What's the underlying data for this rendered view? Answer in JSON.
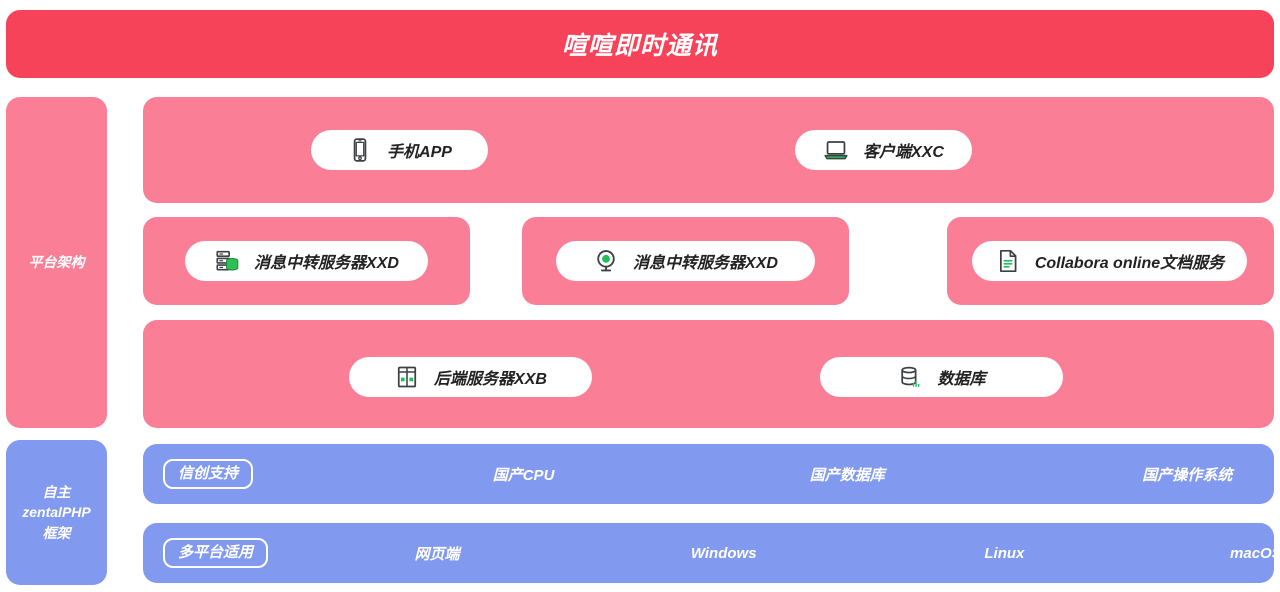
{
  "header": {
    "title": "喧喧即时通讯",
    "bg_color": "#F7435A"
  },
  "colors": {
    "header_red": "#F7435A",
    "panel_pink": "#FA7F96",
    "row_blue": "#8199EE",
    "chip_white": "#FFFFFF",
    "icon_dark": "#3C4043",
    "icon_green": "#21BF5B"
  },
  "rail": {
    "platform_label": "平台架构",
    "framework_label": "自主\nzentalPHP\n框架"
  },
  "layers": {
    "clients": {
      "chips": [
        {
          "label": "手机APP",
          "icon": "mobile-phone-icon"
        },
        {
          "label": "客户端XXC",
          "icon": "laptop-icon"
        }
      ]
    },
    "services": {
      "chips": [
        {
          "label": "消息中转服务器XXD",
          "icon": "server-database-icon"
        },
        {
          "label": "消息中转服务器XXD",
          "icon": "webcam-icon"
        },
        {
          "label": "Collabora online文档服务",
          "icon": "document-icon"
        }
      ]
    },
    "backend": {
      "chips": [
        {
          "label": "后端服务器XXB",
          "icon": "server-rack-icon"
        },
        {
          "label": "数据库",
          "icon": "database-icon"
        }
      ]
    }
  },
  "blue_rows": [
    {
      "pill": "信创支持",
      "items": [
        "国产CPU",
        "国产数据库",
        "国产操作系统"
      ]
    },
    {
      "pill": "多平台适用",
      "items": [
        "网页端",
        "Windows",
        "Linux",
        "macOS"
      ]
    }
  ]
}
